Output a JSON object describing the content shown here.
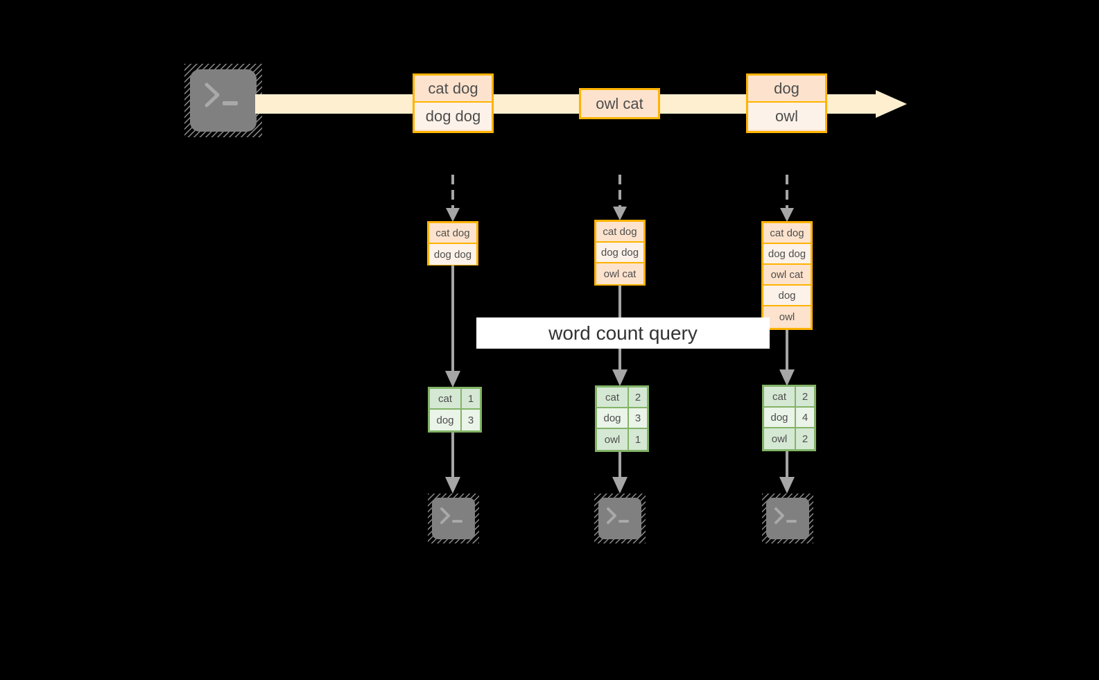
{
  "diagram": {
    "title": "word count query",
    "colors": {
      "background": "#000000",
      "stream_band": "#FDEFCF",
      "message_border": "#FFB300",
      "message_fill_dark": "#FDE3CD",
      "message_fill_light": "#FDF2E9",
      "table_border": "#82B366",
      "table_fill_dark": "#D5E8D4",
      "table_fill_light": "#EAF4E8",
      "connector": "#A6A6A6",
      "icon_gray": "#808080",
      "label_background": "#FFFFFF",
      "text": "#4D4D4D"
    }
  },
  "source": {
    "icon": "terminal-icon",
    "label": ">_"
  },
  "stream": {
    "icon": "stream-arrow-icon",
    "groups": [
      {
        "name": "stream-group-1",
        "messages": [
          {
            "text": "cat dog",
            "shade": "dark"
          },
          {
            "text": "dog dog",
            "shade": "light"
          }
        ]
      },
      {
        "name": "stream-group-2",
        "messages": [
          {
            "text": "owl cat",
            "shade": "dark"
          }
        ]
      },
      {
        "name": "stream-group-3",
        "messages": [
          {
            "text": "dog",
            "shade": "dark"
          },
          {
            "text": "owl",
            "shade": "light"
          }
        ]
      }
    ]
  },
  "query_label": "word count query",
  "pipelines": [
    {
      "name": "pipeline-1",
      "input_messages": [
        {
          "text": "cat dog",
          "shade": "dark"
        },
        {
          "text": "dog dog",
          "shade": "light"
        }
      ],
      "result_rows": [
        {
          "word": "cat",
          "count": "1",
          "shade": "dark"
        },
        {
          "word": "dog",
          "count": "3",
          "shade": "light"
        }
      ],
      "sink_icon": "terminal-icon",
      "sink_label": ">_"
    },
    {
      "name": "pipeline-2",
      "input_messages": [
        {
          "text": "cat dog",
          "shade": "dark"
        },
        {
          "text": "dog dog",
          "shade": "light"
        },
        {
          "text": "owl cat",
          "shade": "dark"
        }
      ],
      "result_rows": [
        {
          "word": "cat",
          "count": "2",
          "shade": "dark"
        },
        {
          "word": "dog",
          "count": "3",
          "shade": "light"
        },
        {
          "word": "owl",
          "count": "1",
          "shade": "dark"
        }
      ],
      "sink_icon": "terminal-icon",
      "sink_label": ">_"
    },
    {
      "name": "pipeline-3",
      "input_messages": [
        {
          "text": "cat dog",
          "shade": "dark"
        },
        {
          "text": "dog dog",
          "shade": "light"
        },
        {
          "text": "owl cat",
          "shade": "dark"
        },
        {
          "text": "dog",
          "shade": "light"
        },
        {
          "text": "owl",
          "shade": "dark"
        }
      ],
      "result_rows": [
        {
          "word": "cat",
          "count": "2",
          "shade": "dark"
        },
        {
          "word": "dog",
          "count": "4",
          "shade": "light"
        },
        {
          "word": "owl",
          "count": "2",
          "shade": "dark"
        }
      ],
      "sink_icon": "terminal-icon",
      "sink_label": ">_"
    }
  ]
}
